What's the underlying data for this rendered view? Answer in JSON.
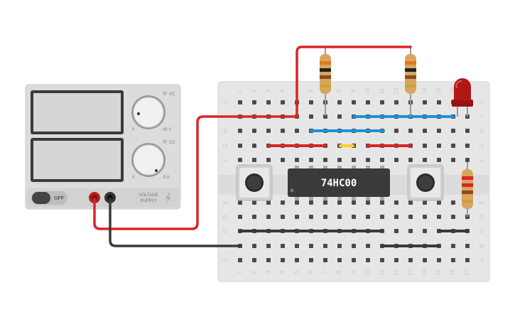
{
  "power_supply": {
    "vc_label": "VC",
    "cc_label": "CC",
    "voltage_min": "0",
    "voltage_max": "30 V",
    "current_min": "0",
    "current_max": "5 A",
    "off_label": "OFF",
    "brand_line1": "VOLTAGE",
    "brand_line2": "SUPPLY"
  },
  "chip": {
    "label": "74HC00"
  },
  "breadboard": {
    "columns": [
      "1",
      "2",
      "3",
      "4",
      "5",
      "6",
      "7",
      "8",
      "9",
      "10",
      "11",
      "12",
      "13",
      "14",
      "15",
      "16",
      "17"
    ],
    "rows_top": [
      "J",
      "I",
      "H",
      "G",
      "F"
    ],
    "rows_bottom": [
      "E",
      "D",
      "C",
      "B",
      "A"
    ]
  },
  "colors": {
    "wire_red": "#d9242a",
    "wire_black": "#3a3a3a",
    "wire_blue": "#1e90d6",
    "wire_yellow": "#f5d31a",
    "led_red": "#b01818",
    "chip_body": "#3a3a3a",
    "board": "#e6e6e6",
    "supply_case": "#dcdcdc"
  }
}
